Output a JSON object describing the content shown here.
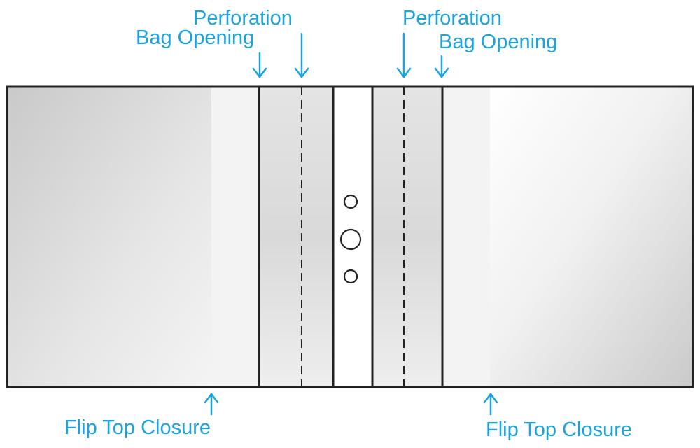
{
  "labels": {
    "left_perforation": "Perforation",
    "left_bag_opening": "Bag Opening",
    "right_perforation": "Perforation",
    "right_bag_opening": "Bag Opening",
    "left_flip_top_closure": "Flip Top Closure",
    "right_flip_top_closure": "Flip Top Closure"
  },
  "colors": {
    "label": "#1aa3dd",
    "outline": "#222222",
    "panel_gray": "#cfcfcf",
    "panel_light": "#f2f2f2"
  },
  "hang_holes": [
    "small",
    "large",
    "small"
  ]
}
